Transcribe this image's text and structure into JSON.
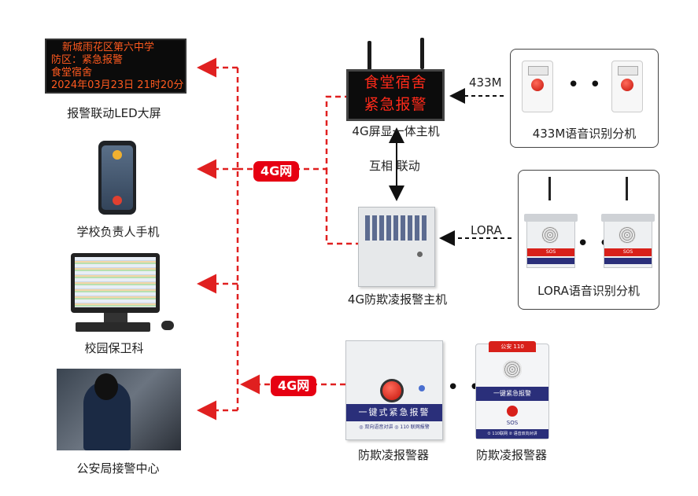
{
  "led_screen": {
    "lines": [
      "新城雨花区第六中学",
      "防区：紧急报警",
      "食堂宿舍",
      "2024年03月23日 21时20分"
    ],
    "label": "报警联动LED大屏"
  },
  "phone": {
    "label": "学校负责人手机"
  },
  "monitor": {
    "label": "校园保卫科"
  },
  "police": {
    "label": "公安局接警中心"
  },
  "host_4g": {
    "display_lines": [
      "食堂宿舍",
      "紧急报警"
    ],
    "label": "4G屏显一体主机"
  },
  "cabinet_host": {
    "label": "4G防欺凌报警主机"
  },
  "link": {
    "label": "互相 联动"
  },
  "net_badges": [
    "4G网",
    "4G网"
  ],
  "group_433": {
    "label": "433M语音识别分机",
    "link_label": "433M"
  },
  "group_lora": {
    "label": "LORA语音识别分机",
    "link_label": "LORA"
  },
  "alarm_box": {
    "band_text": "一键式紧急报警",
    "sub_text": "◎ 双向语音对讲    ◎ 110 联网报警",
    "label": "防欺凌报警器"
  },
  "sos_alarm": {
    "top_text": "公安 110",
    "band_text": "一键紧急报警",
    "sos_text": "SOS",
    "foot_text": "① 110联网  ② 语音双向对讲",
    "label": "防欺凌报警器"
  },
  "colors": {
    "accent": "#e60012",
    "dashed_line": "#e02020",
    "navy": "#2a2f7a"
  }
}
